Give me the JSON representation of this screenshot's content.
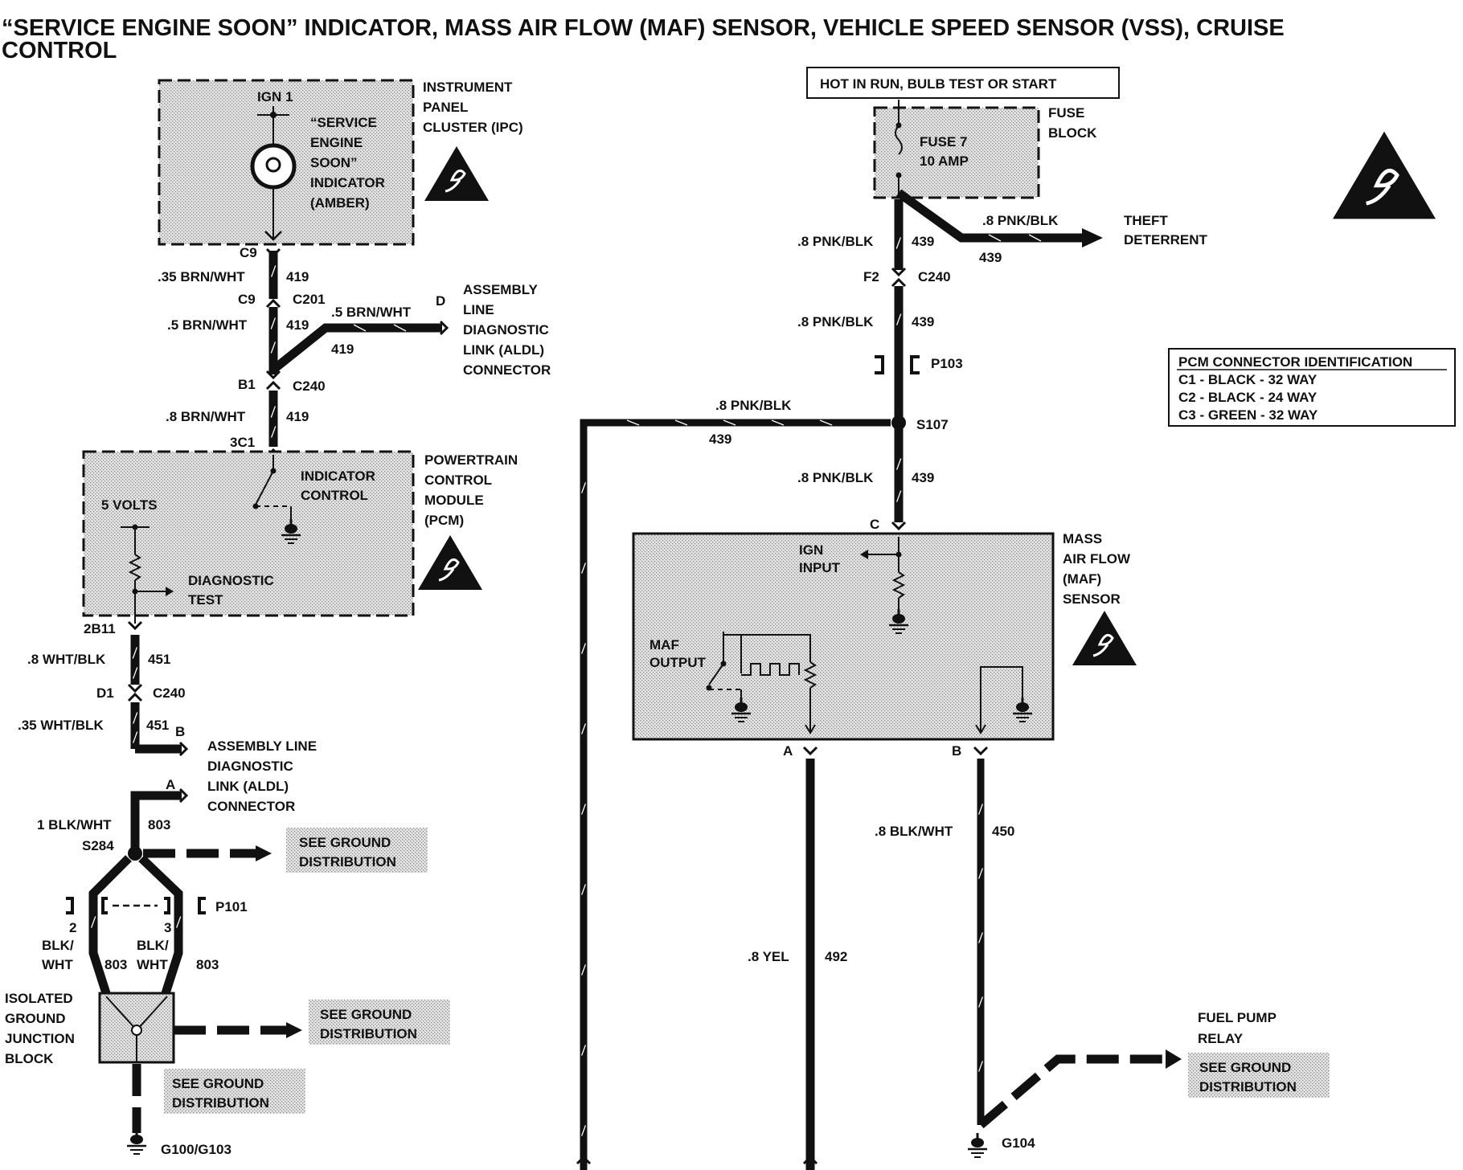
{
  "title": {
    "line1": "“SERVICE ENGINE SOON” INDICATOR, MASS AIR FLOW (MAF) SENSOR, VEHICLE SPEED SENSOR (VSS), CRUISE",
    "line2": "CONTROL"
  },
  "ipc": {
    "ign": "IGN 1",
    "indicator": [
      "“SERVICE",
      "ENGINE",
      "SOON”",
      "INDICATOR",
      "(AMBER)"
    ],
    "name": [
      "INSTRUMENT",
      "PANEL",
      "CLUSTER (IPC)"
    ]
  },
  "aldl_top": {
    "name": [
      "ASSEMBLY",
      "LINE",
      "DIAGNOSTIC",
      "LINK (ALDL)",
      "CONNECTOR"
    ],
    "pin": "D",
    "wire": ".5 BRN/WHT",
    "circuit": "419"
  },
  "left_wires": {
    "c9_a": "C9",
    "w1": ".35 BRN/WHT",
    "c1": "419",
    "c9_b": "C9",
    "c201": "C201",
    "w2": ".5 BRN/WHT",
    "c2": "419",
    "b1": "B1",
    "c240a": "C240",
    "w3": ".8 BRN/WHT",
    "c3": "419",
    "pin3c1": "3C1",
    "pin2b11": "2B11",
    "w4": ".8 WHT/BLK",
    "c4": "451",
    "d1": "D1",
    "c240b": "C240",
    "w5": ".35 WHT/BLK",
    "c5": "451",
    "pinB": "B",
    "pinA": "A",
    "w6": "1 BLK/WHT",
    "c6": "803",
    "s284": "S284",
    "p101": "P101",
    "pin2": "2",
    "pin3": "3",
    "bw1": [
      "BLK/",
      "WHT"
    ],
    "bw1c": "803",
    "bw2": [
      "BLK/",
      "WHT"
    ],
    "bw2c": "803"
  },
  "pcm": {
    "name": [
      "POWERTRAIN",
      "CONTROL",
      "MODULE",
      "(PCM)"
    ],
    "control": [
      "INDICATOR",
      "CONTROL"
    ],
    "volts": "5 VOLTS",
    "diag": [
      "DIAGNOSTIC",
      "TEST"
    ]
  },
  "aldl_bottom": {
    "name": [
      "ASSEMBLY LINE",
      "DIAGNOSTIC",
      "LINK (ALDL)",
      "CONNECTOR"
    ]
  },
  "ground_dist": [
    "SEE GROUND",
    "DISTRIBUTION"
  ],
  "igjb": {
    "name": [
      "ISOLATED",
      "GROUND",
      "JUNCTION",
      "BLOCK"
    ]
  },
  "g100": "G100/G103",
  "hot_box": "HOT IN RUN, BULB TEST OR START",
  "fuse": {
    "name": [
      "FUSE 7",
      "10 AMP"
    ],
    "block": [
      "FUSE",
      "BLOCK"
    ]
  },
  "theft": {
    "wire": ".8 PNK/BLK",
    "circuit": "439",
    "name": [
      "THEFT",
      "DETERRENT"
    ]
  },
  "right_wires": {
    "w1": ".8 PNK/BLK",
    "c1": "439",
    "f2": "F2",
    "c240": "C240",
    "w2": ".8 PNK/BLK",
    "c2": "439",
    "p103": "P103",
    "w3": ".8 PNK/BLK",
    "c3": "439",
    "s107": "S107",
    "w4": ".8 PNK/BLK",
    "c4": "439",
    "pinC": "C",
    "pinA": "A",
    "pinB": "B",
    "w5": ".8 YEL",
    "c5": "492",
    "w6": ".8 BLK/WHT",
    "c6": "450",
    "g104": "G104"
  },
  "maf": {
    "name": [
      "MASS",
      "AIR FLOW",
      "(MAF)",
      "SENSOR"
    ],
    "ign": [
      "IGN",
      "INPUT"
    ],
    "out": [
      "MAF",
      "OUTPUT"
    ]
  },
  "fuel_pump": [
    "FUEL PUMP",
    "RELAY"
  ],
  "pcm_id": {
    "header": "PCM CONNECTOR IDENTIFICATION",
    "rows": [
      "C1 - BLACK - 32 WAY",
      "C2 - BLACK - 24 WAY",
      "C3 - GREEN - 32 WAY"
    ]
  }
}
